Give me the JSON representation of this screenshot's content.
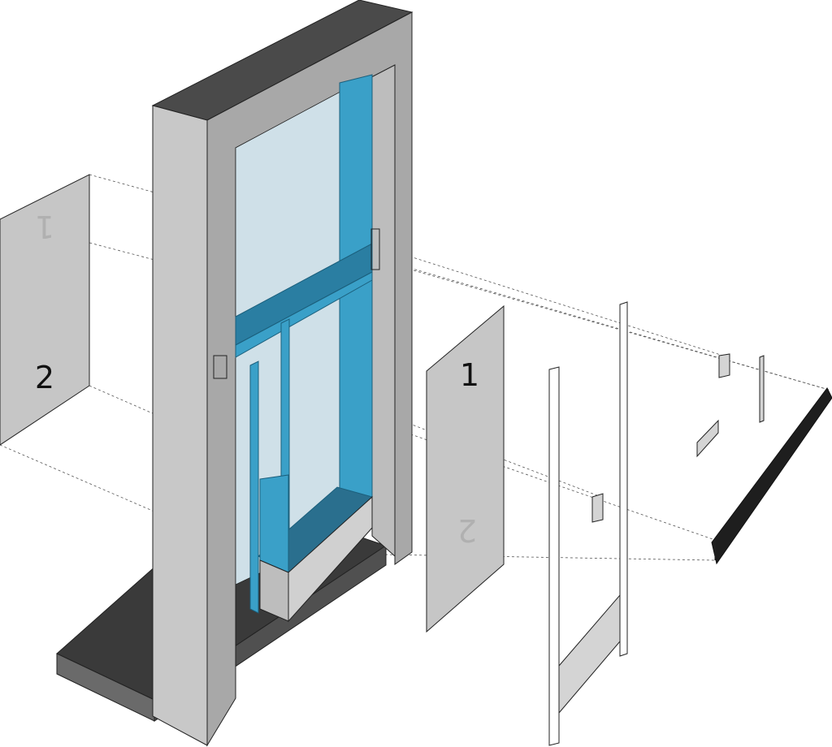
{
  "labels": {
    "panel_left_front": "2",
    "panel_left_back": "1",
    "panel_right_front": "1",
    "panel_right_back": "2"
  },
  "colors": {
    "concrete_light": "#c8c8c8",
    "concrete_mid": "#b4b4b4",
    "concrete_side": "#a2a2a2",
    "concrete_top": "#4a4a4a",
    "base_top": "#3a3a3a",
    "base_side": "#5a5a5a",
    "glass": "#cfe0e8",
    "frame_blue": "#3aa0c8",
    "frame_blue_dark": "#2a7ea2",
    "panel": "#c6c6c6",
    "slab_edge": "#1e1e1e",
    "outline": "#222222"
  }
}
